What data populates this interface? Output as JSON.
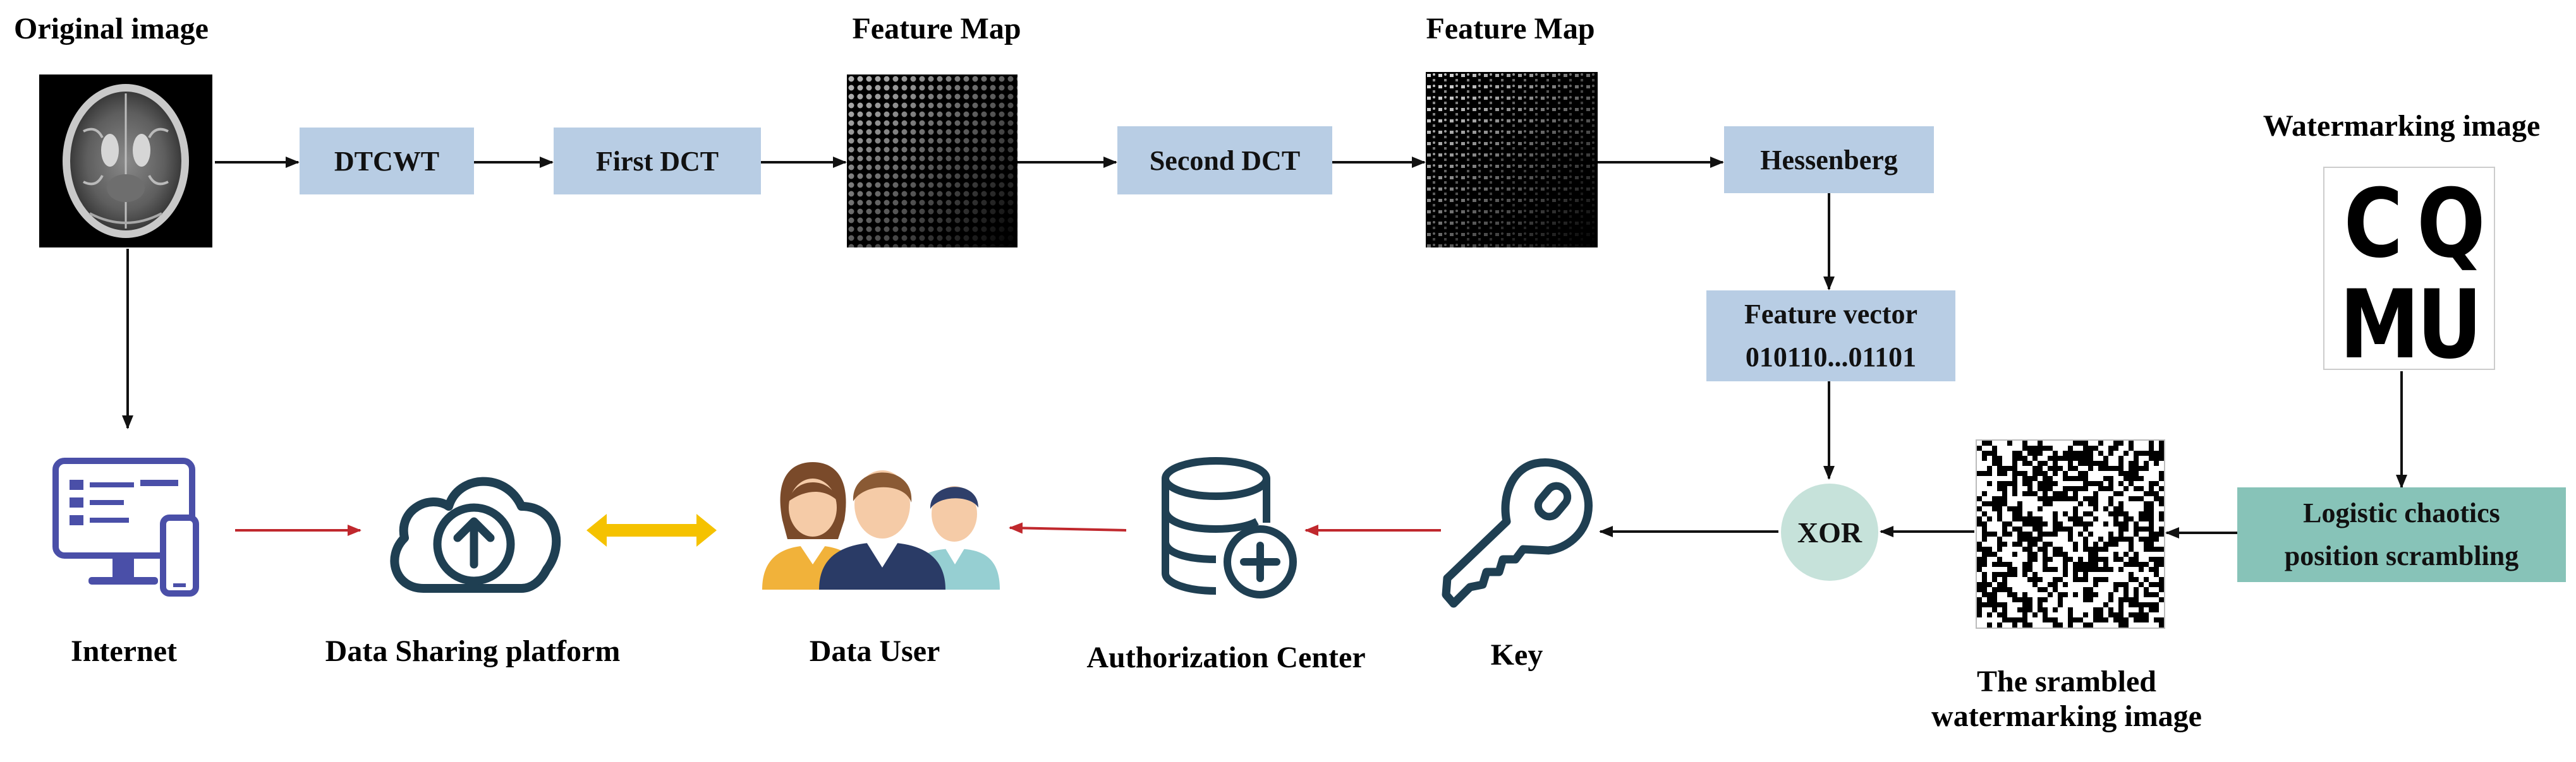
{
  "labels": {
    "original_image": "Original image",
    "feature_map_1": "Feature Map",
    "feature_map_2": "Feature Map",
    "watermarking_image": "Watermarking image",
    "internet": "Internet",
    "data_sharing_platform": "Data Sharing platform",
    "data_user": "Data User",
    "authorization_center": "Authorization Center",
    "key": "Key",
    "scrambled_line1": "The srambled",
    "scrambled_line2": "watermarking image"
  },
  "boxes": {
    "dtcwt": "DTCWT",
    "first_dct": "First DCT",
    "second_dct": "Second DCT",
    "hessenberg": "Hessenberg",
    "feature_vector_line1": "Feature vector",
    "feature_vector_line2": "010110...01101",
    "xor": "XOR",
    "logistic_line1": "Logistic chaotics",
    "logistic_line2": "position scrambling"
  },
  "watermark_letters": [
    "C",
    "Q",
    "M",
    "U"
  ],
  "colors": {
    "process_box": "#b8cde4",
    "scramble_box": "#87c3b8",
    "xor_circle": "#c6e2da",
    "icon_dark": "#1f3f52",
    "red_arrow": "#c0282d",
    "double_arrow": "#f5c200",
    "black_arrow": "#111111"
  },
  "icons": [
    "brain-mri-image",
    "feature-map-image",
    "watermark-image",
    "scrambled-noise-image",
    "computer-icon",
    "cloud-upload-icon",
    "users-icon",
    "database-add-icon",
    "key-icon"
  ]
}
